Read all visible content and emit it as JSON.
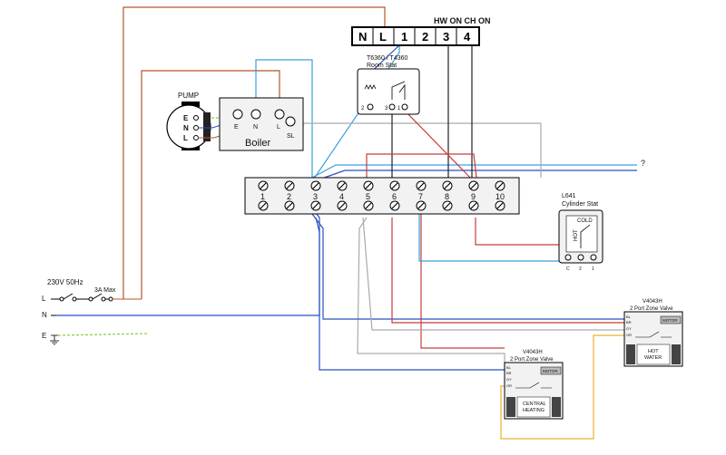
{
  "header_terminals": {
    "labels": [
      "N",
      "L",
      "1",
      "2",
      "3",
      "4"
    ],
    "caption": "HW ON CH ON"
  },
  "room_stat": {
    "title": "T6360 / T4360",
    "subtitle": "Room Stat",
    "terminals": [
      "2",
      "3",
      "1"
    ]
  },
  "pump": {
    "title": "PUMP",
    "terminals": [
      "E",
      "N",
      "L"
    ]
  },
  "boiler": {
    "title": "Boiler",
    "terminals": [
      "E",
      "N",
      "L",
      "SL"
    ]
  },
  "junction_box": {
    "terminals": [
      "1",
      "2",
      "3",
      "4",
      "5",
      "6",
      "7",
      "8",
      "9",
      "10"
    ]
  },
  "unknown_marker": "?",
  "cylinder_stat": {
    "title": "L641",
    "subtitle": "Cylinder Stat",
    "cold": "COLD",
    "hot": "HOT",
    "terminals": [
      "C",
      "2",
      "1"
    ]
  },
  "supply": {
    "voltage": "230V 50Hz",
    "fuse": "3A Max",
    "live": "L",
    "neutral": "N",
    "earth": "E"
  },
  "valve_hw": {
    "model": "V4043H",
    "type": "2 Port Zone Valve",
    "wires": [
      "BL",
      "BR",
      "GY",
      "OR"
    ],
    "motor": "MOTOR",
    "label_line1": "HOT",
    "label_line2": "WATER"
  },
  "valve_ch": {
    "model": "V4043H",
    "type": "2 Port Zone Valve",
    "wires": [
      "BL",
      "BR",
      "GY",
      "OR"
    ],
    "motor": "MOTOR",
    "label_line1": "CENTRAL",
    "label_line2": "HEATING"
  },
  "colors": {
    "brown": "#b5562e",
    "blue": "#2b4fc2",
    "lightblue": "#3aa0dc",
    "grey": "#aaaaaa",
    "orange": "#e8b030",
    "green": "#88cc44",
    "red": "#c83c3c"
  }
}
